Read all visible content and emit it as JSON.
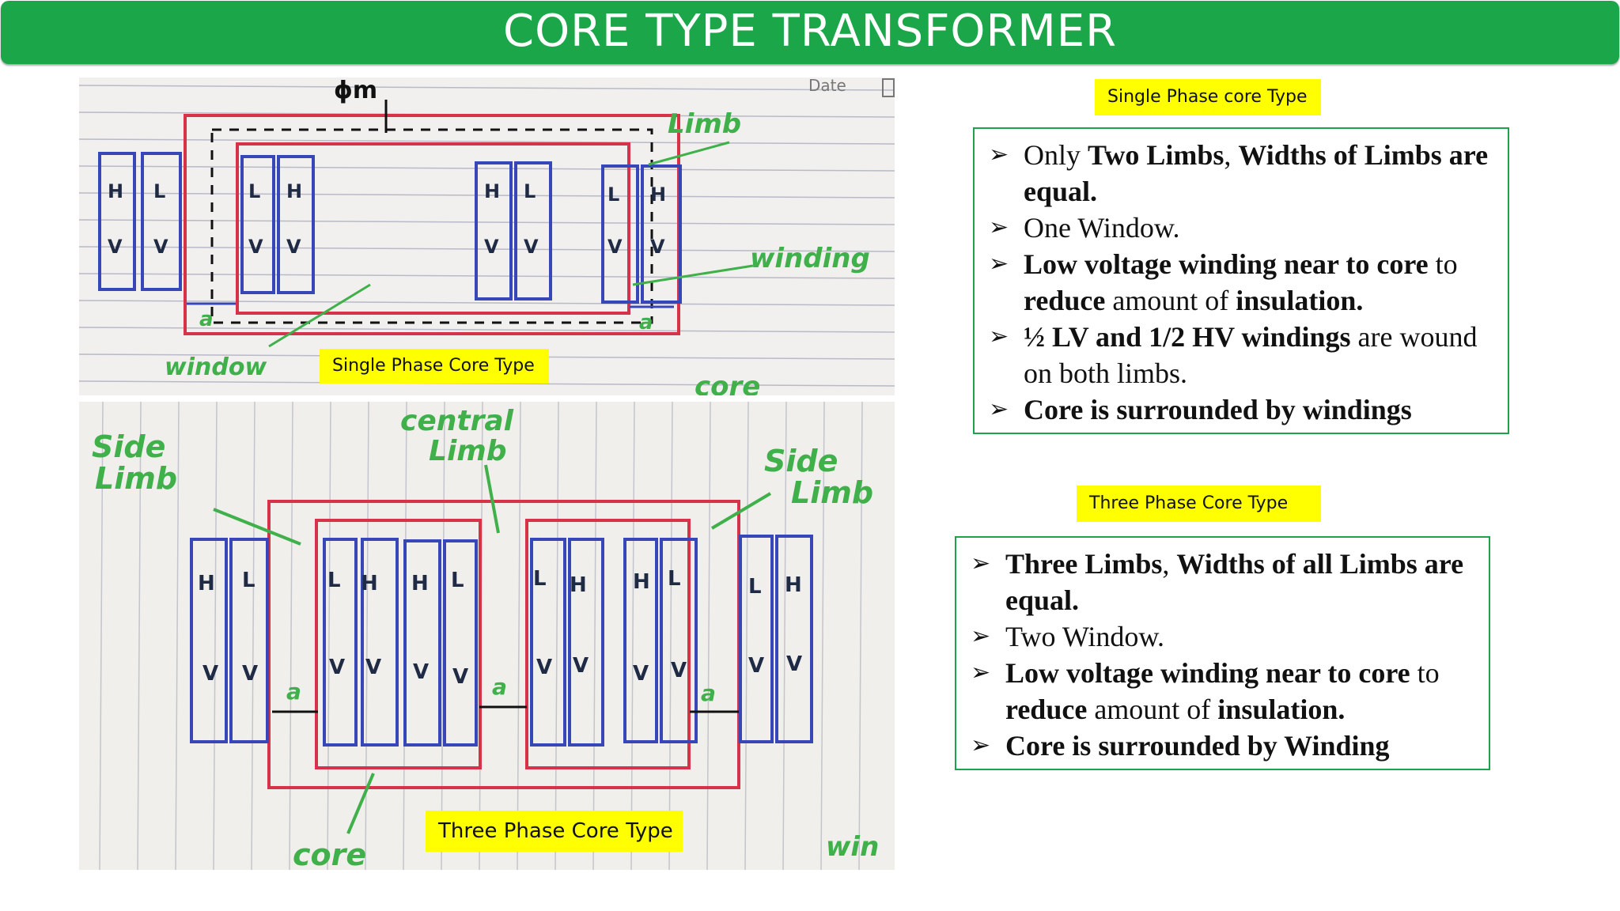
{
  "title": "CORE TYPE TRANSFORMER",
  "colors": {
    "title_bar": "#1ca64a",
    "highlight": "#ffff00",
    "box_border": "#1fa24c",
    "core": "#d6334a",
    "winding": "#3847b8",
    "annotation": "#3fb04a"
  },
  "top_diagram": {
    "caption": "Single Phase Core Type",
    "page_header": "Date",
    "flux_label": "ϕm",
    "limb_label": "Limb",
    "winding_label": "winding",
    "window_label": "window",
    "core_label": "core",
    "gap_label": "a",
    "winding_letters": [
      "H",
      "L",
      "V"
    ]
  },
  "bottom_diagram": {
    "caption": "Three Phase Core Type",
    "side_limb_left": [
      "Side",
      "Limb"
    ],
    "central_limb": [
      "central",
      "Limb"
    ],
    "side_limb_right": [
      "Side",
      "Limb"
    ],
    "core_label": "core",
    "winding_label": "win",
    "gap_label": "a"
  },
  "single_phase": {
    "tag": "Single Phase core Type",
    "bullets": [
      [
        {
          "b": false,
          "t": "Only "
        },
        {
          "b": true,
          "t": "Two Limbs"
        },
        {
          "b": false,
          "t": ", "
        },
        {
          "b": true,
          "t": "Widths of Limbs are equal."
        }
      ],
      [
        {
          "b": false,
          "t": "One Window."
        }
      ],
      [
        {
          "b": true,
          "t": "Low voltage winding near to core"
        },
        {
          "b": false,
          "t": " to "
        },
        {
          "b": true,
          "t": "reduce"
        },
        {
          "b": false,
          "t": "  amount of "
        },
        {
          "b": true,
          "t": "insulation."
        }
      ],
      [
        {
          "b": true,
          "t": " ½ LV and 1/2 HV windings"
        },
        {
          "b": false,
          "t": " are wound on both limbs."
        }
      ],
      [
        {
          "b": true,
          "t": "Core is surrounded by windings"
        }
      ]
    ]
  },
  "three_phase": {
    "tag": "Three Phase Core Type",
    "bullets": [
      [
        {
          "b": true,
          "t": "Three Limbs"
        },
        {
          "b": false,
          "t": ", "
        },
        {
          "b": true,
          "t": "Widths of  all Limbs are equal."
        }
      ],
      [
        {
          "b": false,
          "t": "Two Window."
        }
      ],
      [
        {
          "b": true,
          "t": "Low voltage winding near to core"
        },
        {
          "b": false,
          "t": " to "
        },
        {
          "b": true,
          "t": "reduce"
        },
        {
          "b": false,
          "t": "  amount of "
        },
        {
          "b": true,
          "t": "insulation."
        }
      ],
      [
        {
          "b": true,
          "t": "Core is surrounded by Winding"
        }
      ]
    ]
  }
}
